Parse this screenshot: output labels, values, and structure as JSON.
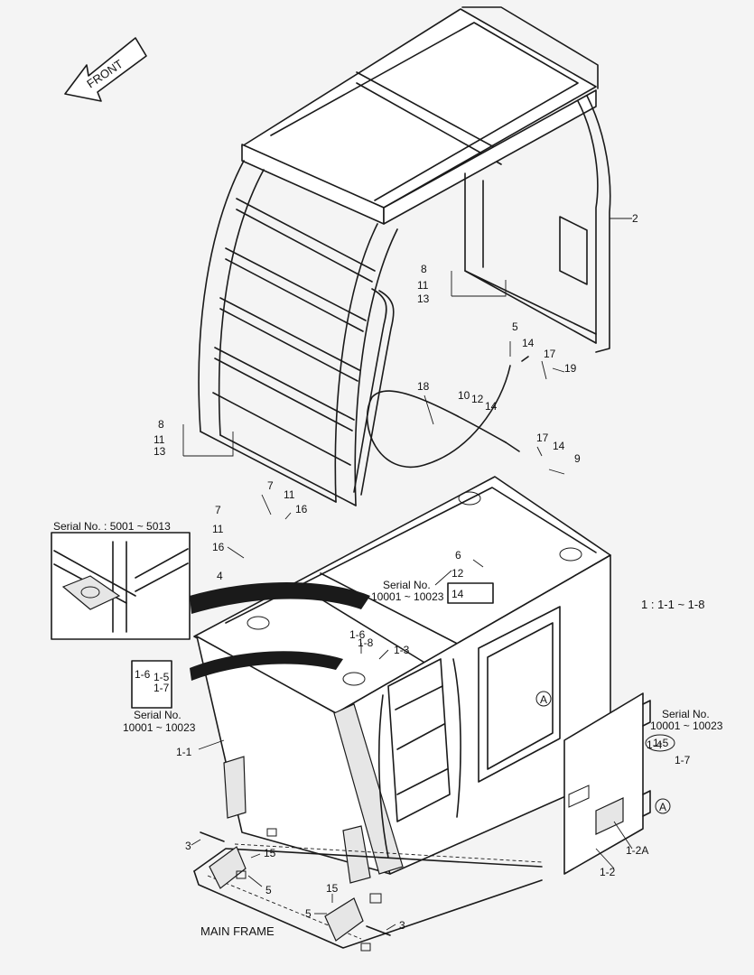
{
  "front_arrow": "FRONT",
  "inset": {
    "serial": "Serial No. : 5001 ~ 5013"
  },
  "serial_notes": {
    "a_line1": "Serial No.",
    "a_line2": "10001 ~ 10023",
    "b_line1": "Serial No.",
    "b_line2": "10001 ~ 10023",
    "c_line1": "Serial No.",
    "c_line2": "10001 ~ 10023"
  },
  "range_note": "1 : 1-1 ~ 1-8",
  "base_label": "MAIN FRAME",
  "detail_marker": "A",
  "parts": {
    "p2": "2",
    "p8a": "8",
    "p11a": "11",
    "p13a": "13",
    "p5a": "5",
    "p14a": "14",
    "p17a": "17",
    "p19": "19",
    "p18": "18",
    "p10": "10",
    "p12a": "12",
    "p14b": "14",
    "p17b": "17",
    "p14c": "14",
    "p9": "9",
    "p8b": "8",
    "p11b": "11",
    "p13b": "13",
    "p7a": "7",
    "p11c": "11",
    "p16a": "16",
    "p7b": "7",
    "p11d": "11",
    "p16b": "16",
    "p4": "4",
    "p6": "6",
    "p12b": "12",
    "p14d": "14",
    "p1_6a": "1-6",
    "p1_8": "1-8",
    "p1_3": "1-3",
    "p1_6b": "1-6",
    "p1_5a": "1-5",
    "p1_7a": "1-7",
    "p1_1": "1-1",
    "p1_4": "1-4",
    "p1_5b": "1-5",
    "p1_7b": "1-7",
    "p1_2a": "1-2A",
    "p1_2": "1-2",
    "p3a": "3",
    "p15a": "15",
    "p5b": "5",
    "p15b": "15",
    "p5c": "5",
    "p3b": "3"
  }
}
